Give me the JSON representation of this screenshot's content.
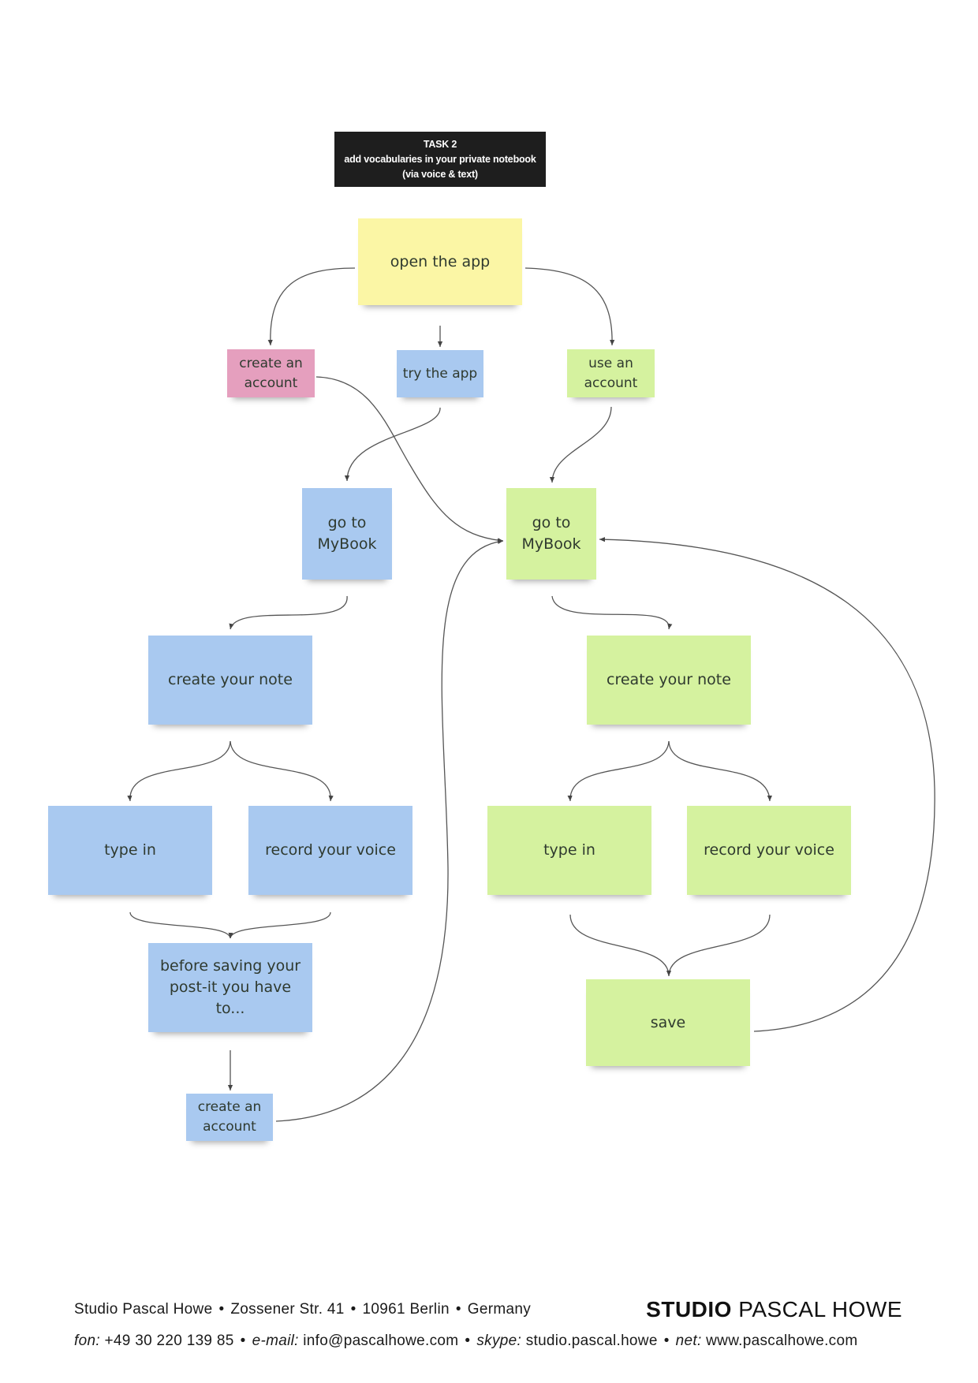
{
  "task": {
    "line1": "TASK 2",
    "line2": "add vocabularies in your private notebook",
    "line3": "(via voice & text)"
  },
  "notes": {
    "open_app": "open the app",
    "create_account_top_line1": "create an",
    "create_account_top_line2": "account",
    "try_app": "try the app",
    "use_account_line1": "use an",
    "use_account_line2": "account",
    "goto_mybook_blue_line1": "go to",
    "goto_mybook_blue_line2": "MyBook",
    "goto_mybook_green_line1": "go to",
    "goto_mybook_green_line2": "MyBook",
    "create_note_blue": "create your note",
    "create_note_green": "create your note",
    "type_in_blue": "type in",
    "record_voice_blue": "record your voice",
    "type_in_green": "type in",
    "record_voice_green": "record your voice",
    "before_saving_line1": "before saving your",
    "before_saving_line2": "post-it you have to...",
    "save": "save",
    "create_account_bottom_line1": "create an",
    "create_account_bottom_line2": "account"
  },
  "colors": {
    "yellow": "#fbf6a5",
    "pink": "#e59fbe",
    "blue": "#a9c9f0",
    "green": "#d5f29f",
    "task_bg": "#1e1e1e"
  },
  "footer": {
    "name": "Studio Pascal Howe",
    "street": "Zossener Str. 41",
    "city": "10961 Berlin",
    "country": "Germany",
    "fon_label": "fon:",
    "fon": "+49 30 220 139 85",
    "email_label": "e-mail:",
    "email": "info@pascalhowe.com",
    "skype_label": "skype:",
    "skype": "studio.pascal.howe",
    "net_label": "net:",
    "net": "www.pascalhowe.com",
    "brand_bold": "STUDIO",
    "brand_light": "PASCAL HOWE"
  }
}
